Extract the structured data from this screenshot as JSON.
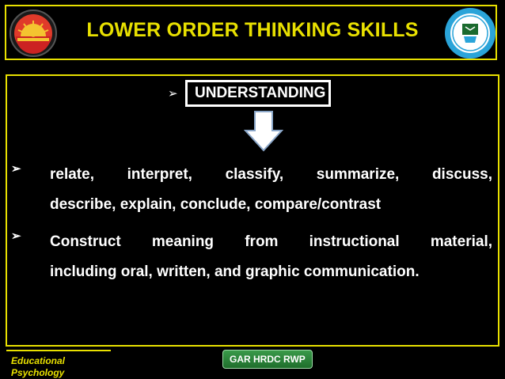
{
  "header": {
    "title": "LOWER ORDER THINKING SKILLS",
    "left_logo_icon": "sunburst-emblem-icon",
    "right_logo_icon": "institution-crest-icon"
  },
  "content": {
    "heading": "UNDERSTANDING",
    "bullet_glyph": "➢",
    "arrow_icon": "down-arrow-icon",
    "bullets": [
      {
        "line1": "relate, interpret, classify, summarize, discuss,",
        "line2": "describe, explain, conclude, compare/contrast"
      },
      {
        "line1": "Construct meaning from instructional material,",
        "line2": "including oral, written, and graphic communication."
      }
    ]
  },
  "footer": {
    "subject_line1": "Educational",
    "subject_line2": "Psychology",
    "badge": "GAR HRDC RWP"
  },
  "colors": {
    "background": "#000000",
    "accent": "#e8e000",
    "text": "#ffffff",
    "badge": "#2f8a3c"
  }
}
